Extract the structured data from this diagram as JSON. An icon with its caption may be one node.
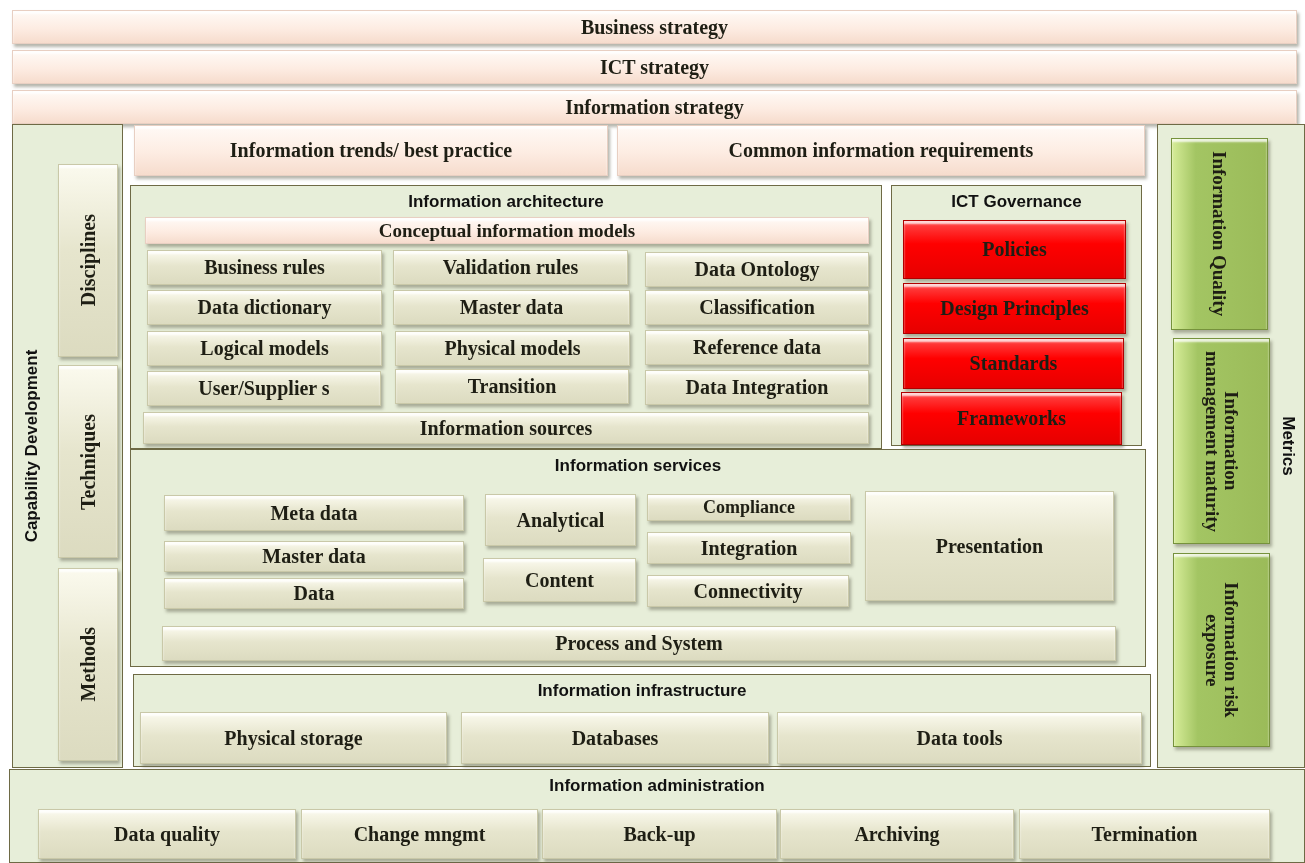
{
  "diagram": {
    "nodes": [
      {
        "text": [
          "Business strategy"
        ]
      },
      {
        "text": [
          "ICT strategy"
        ]
      },
      {
        "text": [
          "Information strategy"
        ]
      },
      {
        "text": [
          "Capability Development"
        ]
      },
      {
        "text": [
          "Disciplines"
        ],
        "in": 3
      },
      {
        "text": [
          "Techniques"
        ],
        "in": 3
      },
      {
        "text": [
          "Methods"
        ],
        "in": 3
      },
      {
        "text": [
          "Information trends/ best practice"
        ]
      },
      {
        "text": [
          "Common information requirements"
        ]
      },
      {
        "text": [
          "Information architecture"
        ]
      },
      {
        "text": [
          "Conceptual information models"
        ],
        "in": 9
      },
      {
        "text": [
          "Business rules"
        ],
        "in": 9
      },
      {
        "text": [
          "Validation rules"
        ],
        "in": 9
      },
      {
        "text": [
          "Data Ontology"
        ],
        "in": 9
      },
      {
        "text": [
          "Data dictionary"
        ],
        "in": 9
      },
      {
        "text": [
          "Master data"
        ],
        "in": 9
      },
      {
        "text": [
          "Classification"
        ],
        "in": 9
      },
      {
        "text": [
          "Logical models"
        ],
        "in": 9
      },
      {
        "text": [
          "Physical models"
        ],
        "in": 9
      },
      {
        "text": [
          "Reference data"
        ],
        "in": 9
      },
      {
        "text": [
          "User/Supplier s"
        ],
        "in": 9
      },
      {
        "text": [
          "Transition"
        ],
        "in": 9
      },
      {
        "text": [
          "Data Integration"
        ],
        "in": 9
      },
      {
        "text": [
          "Information sources"
        ],
        "in": 9
      },
      {
        "text": [
          "ICT Governance"
        ]
      },
      {
        "text": [
          "Policies"
        ],
        "in": 24
      },
      {
        "text": [
          "Design Principles"
        ],
        "in": 24
      },
      {
        "text": [
          "Standards"
        ],
        "in": 24
      },
      {
        "text": [
          "Frameworks"
        ],
        "in": 24
      },
      {
        "text": [
          "Information services"
        ]
      },
      {
        "text": [
          "Meta data"
        ],
        "in": 29
      },
      {
        "text": [
          "Master data"
        ],
        "in": 29
      },
      {
        "text": [
          "Data"
        ],
        "in": 29
      },
      {
        "text": [
          "Analytical"
        ],
        "in": 29
      },
      {
        "text": [
          "Content"
        ],
        "in": 29
      },
      {
        "text": [
          "Compliance"
        ],
        "in": 29
      },
      {
        "text": [
          "Integration"
        ],
        "in": 29
      },
      {
        "text": [
          "Connectivity"
        ],
        "in": 29
      },
      {
        "text": [
          "Presentation"
        ],
        "in": 29
      },
      {
        "text": [
          "Process and System"
        ],
        "in": 29
      },
      {
        "text": [
          "Information infrastructure"
        ]
      },
      {
        "text": [
          "Physical storage"
        ],
        "in": 40
      },
      {
        "text": [
          "Databases"
        ],
        "in": 40
      },
      {
        "text": [
          "Data tools"
        ],
        "in": 40
      },
      {
        "text": [
          "Metrics"
        ]
      },
      {
        "text": [
          "Information Quality"
        ],
        "in": 44
      },
      {
        "text": [
          "Information management maturity"
        ],
        "in": 44
      },
      {
        "text": [
          "Information risk exposure"
        ],
        "in": 44
      },
      {
        "text": [
          "Information administration"
        ]
      },
      {
        "text": [
          "Data quality"
        ],
        "in": 48
      },
      {
        "text": [
          "Change mngmt"
        ],
        "in": 48
      },
      {
        "text": [
          "Back-up"
        ],
        "in": 48
      },
      {
        "text": [
          "Archiving"
        ],
        "in": 48
      },
      {
        "text": [
          "Termination"
        ],
        "in": 48
      }
    ]
  }
}
